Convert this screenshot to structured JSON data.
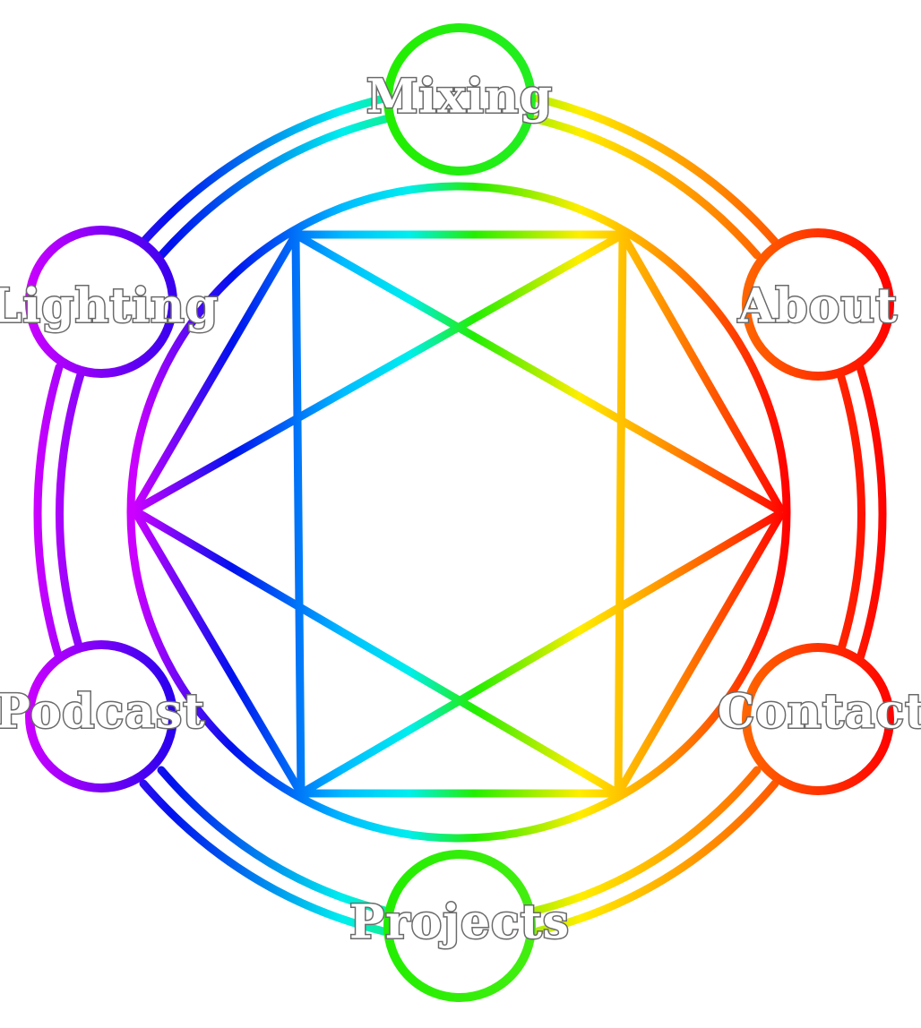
{
  "menu": {
    "items": [
      {
        "id": "mixing",
        "label": "Mixing",
        "color": "#22ee22"
      },
      {
        "id": "about",
        "label": "About",
        "color": "#ff4410"
      },
      {
        "id": "contact",
        "label": "Contact",
        "color": "#ff3808"
      },
      {
        "id": "projects",
        "label": "Projects",
        "color": "#44ee11"
      },
      {
        "id": "podcast",
        "label": "Podcast",
        "color": "#aa00ee"
      },
      {
        "id": "lighting",
        "label": "Lighting",
        "color": "#9a00f0"
      }
    ]
  },
  "palette": {
    "red": "#ff0000",
    "orange": "#ff8800",
    "yellow": "#ffee00",
    "green": "#22ee00",
    "cyan": "#00eeee",
    "blue": "#0011ee",
    "violet": "#cc00ff"
  }
}
